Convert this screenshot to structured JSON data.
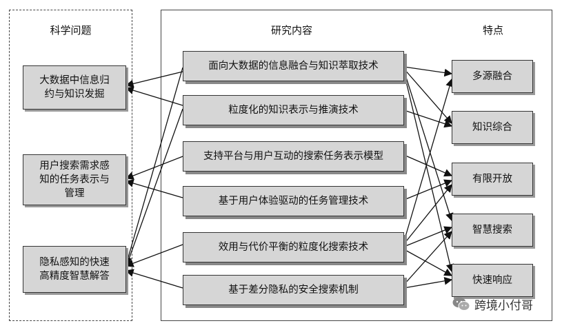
{
  "headers": {
    "questions": "科学问题",
    "content": "研究内容",
    "features": "特点"
  },
  "questions": [
    {
      "line1": "大数据中信息归",
      "line2": "约与知识发掘"
    },
    {
      "line1": "用户搜索需求感",
      "line2": "知的任务表示与",
      "line3": "管理"
    },
    {
      "line1": "隐私感知的快速",
      "line2": "高精度智慧解答"
    }
  ],
  "contents": [
    "面向大数据的信息融合与知识萃取技术",
    "粒度化的知识表示与推演技术",
    "支持平台与用户互动的搜索任务表示模型",
    "基于用户体验驱动的任务管理技术",
    "效用与代价平衡的粒度化搜索技术",
    "基于差分隐私的安全搜索机制"
  ],
  "features": [
    "多源融合",
    "知识综合",
    "有限开放",
    "智慧搜索",
    "快速响应"
  ],
  "watermark": {
    "text": "跨境小付哥",
    "icon": "wechat-icon"
  }
}
